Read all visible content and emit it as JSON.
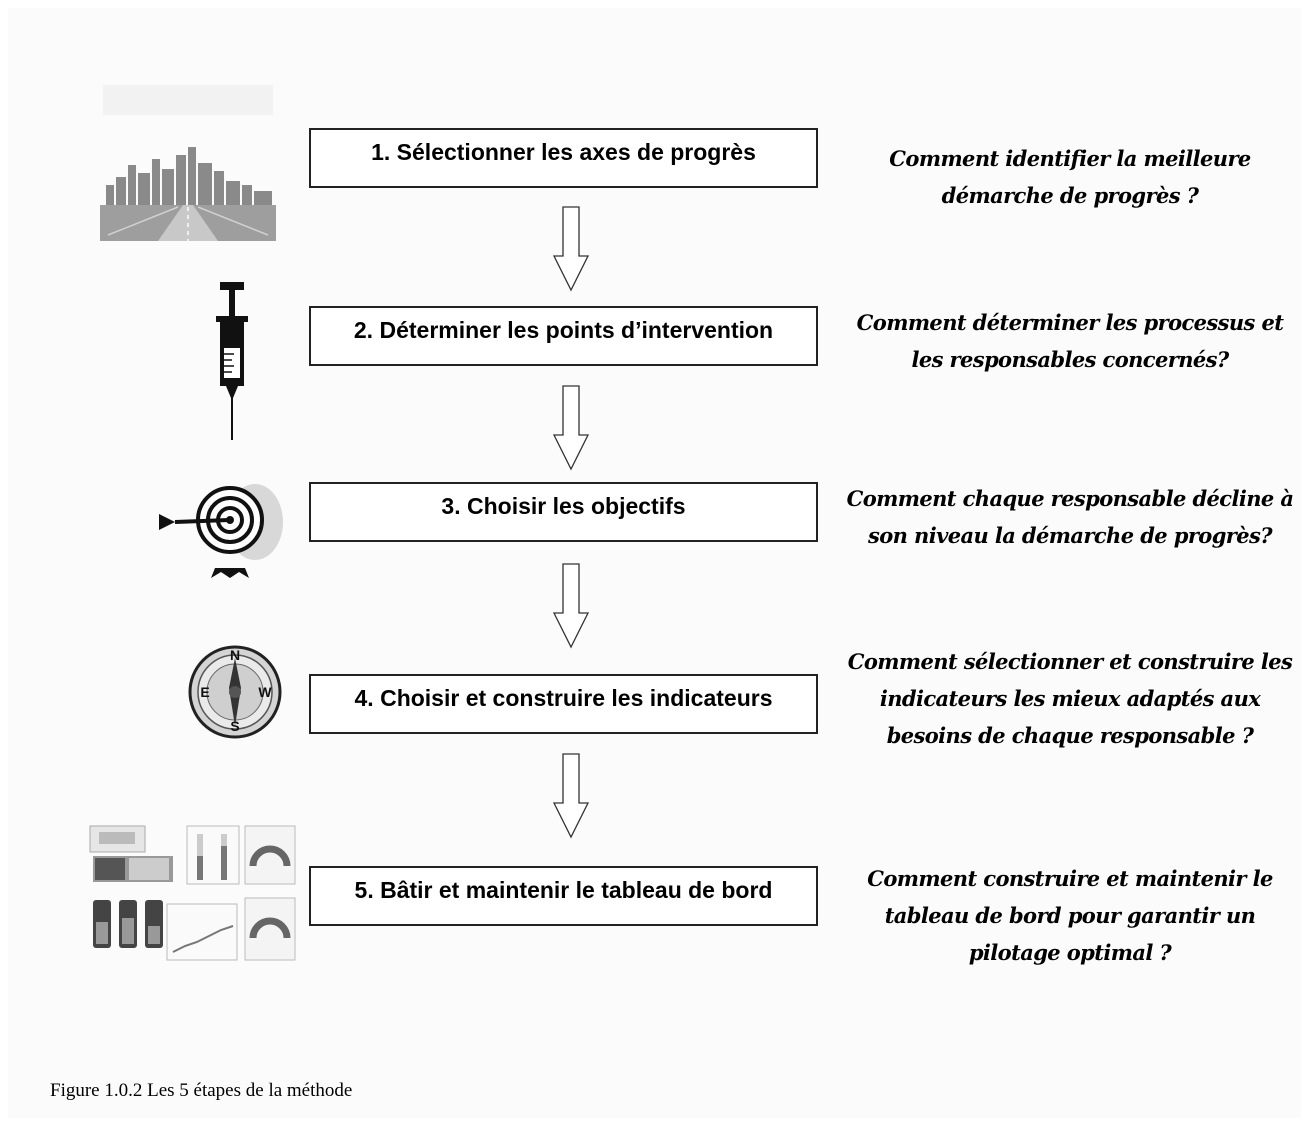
{
  "steps": [
    {
      "label": "1. Sélectionner les axes de progrès",
      "question": "Comment identifier la meilleure démarche de progrès ?",
      "icon": "city-highway-icon"
    },
    {
      "label": "2. Déterminer les points d’intervention",
      "question": "Comment déterminer les processus et les responsables concernés?",
      "icon": "syringe-icon"
    },
    {
      "label": "3. Choisir les objectifs",
      "question": "Comment chaque responsable décline à son niveau la démarche de progrès?",
      "icon": "target-dart-icon"
    },
    {
      "label": "4. Choisir et construire les indicateurs",
      "question": "Comment sélectionner et construire les indicateurs les mieux adaptés aux besoins de chaque responsable ?",
      "icon": "compass-icon"
    },
    {
      "label": "5. Bâtir et maintenir le tableau de bord",
      "question": "Comment construire et maintenir le tableau de bord pour garantir un pilotage optimal ?",
      "icon": "dashboard-icon"
    }
  ],
  "compass_letters": {
    "n": "N",
    "e": "E",
    "w": "W",
    "s": "S"
  },
  "caption": "Figure 1.0.2 Les 5 étapes de la méthode"
}
